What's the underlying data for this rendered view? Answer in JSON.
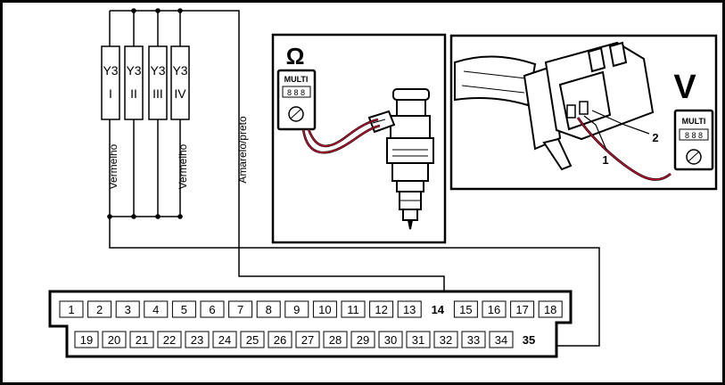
{
  "injectors": [
    {
      "code": "Y3",
      "numeral": "I"
    },
    {
      "code": "Y3",
      "numeral": "II"
    },
    {
      "code": "Y3",
      "numeral": "III"
    },
    {
      "code": "Y3",
      "numeral": "IV"
    }
  ],
  "wire_labels": {
    "left": "Vermelho",
    "right": "Vermelho",
    "signal": "Amarelo/preto"
  },
  "ohmmeter": {
    "symbol": "Ω",
    "label": "MULTI",
    "display": "8 8 8"
  },
  "voltmeter": {
    "symbol": "V",
    "label": "MULTI",
    "display": "8 8 8",
    "callouts": [
      "1",
      "2"
    ]
  },
  "connector": {
    "top_row": [
      "1",
      "2",
      "3",
      "4",
      "5",
      "6",
      "7",
      "8",
      "9",
      "10",
      "11",
      "12",
      "13",
      "14",
      "15",
      "16",
      "17",
      "18"
    ],
    "bottom_row": [
      "19",
      "20",
      "21",
      "22",
      "23",
      "24",
      "25",
      "26",
      "27",
      "28",
      "29",
      "30",
      "31",
      "32",
      "33",
      "34",
      "35"
    ]
  },
  "colors": {
    "line": "#000000",
    "probe_wire": "#c8102e",
    "border": "#000000"
  }
}
